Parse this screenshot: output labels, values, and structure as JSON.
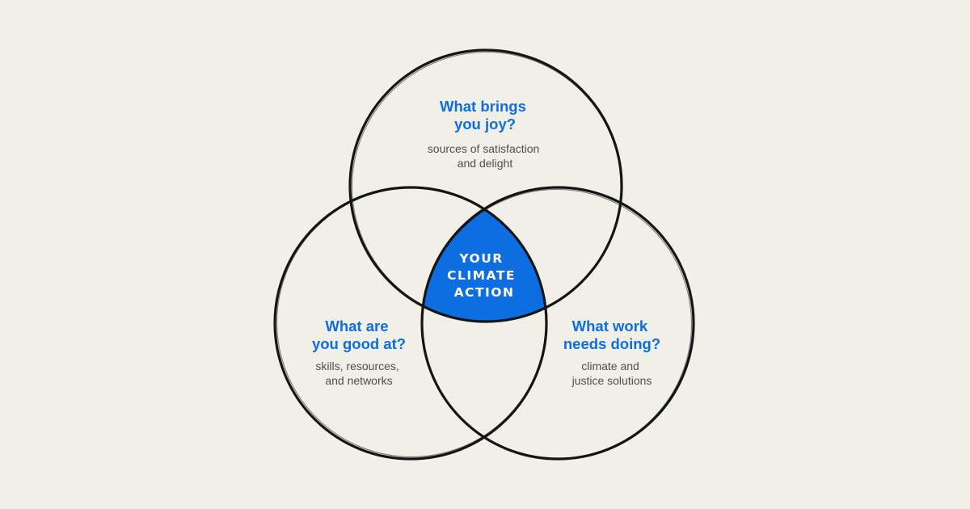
{
  "colors": {
    "background": "#f1f0e8",
    "accent": "#0c6ee0",
    "outline": "#141414",
    "subtext": "#4d4d4d",
    "center_text": "#ffffff"
  },
  "circles": {
    "top": {
      "title_lines": [
        "What brings",
        "you joy?"
      ],
      "subtitle_lines": [
        "sources of satisfaction",
        "and delight"
      ]
    },
    "left": {
      "title_lines": [
        "What are",
        "you good at?"
      ],
      "subtitle_lines": [
        "skills, resources,",
        "and networks"
      ]
    },
    "right": {
      "title_lines": [
        "What work",
        "needs doing?"
      ],
      "subtitle_lines": [
        "climate and",
        "justice solutions"
      ]
    }
  },
  "center": {
    "lines": [
      "YOUR",
      "CLIMATE",
      "ACTION"
    ]
  }
}
